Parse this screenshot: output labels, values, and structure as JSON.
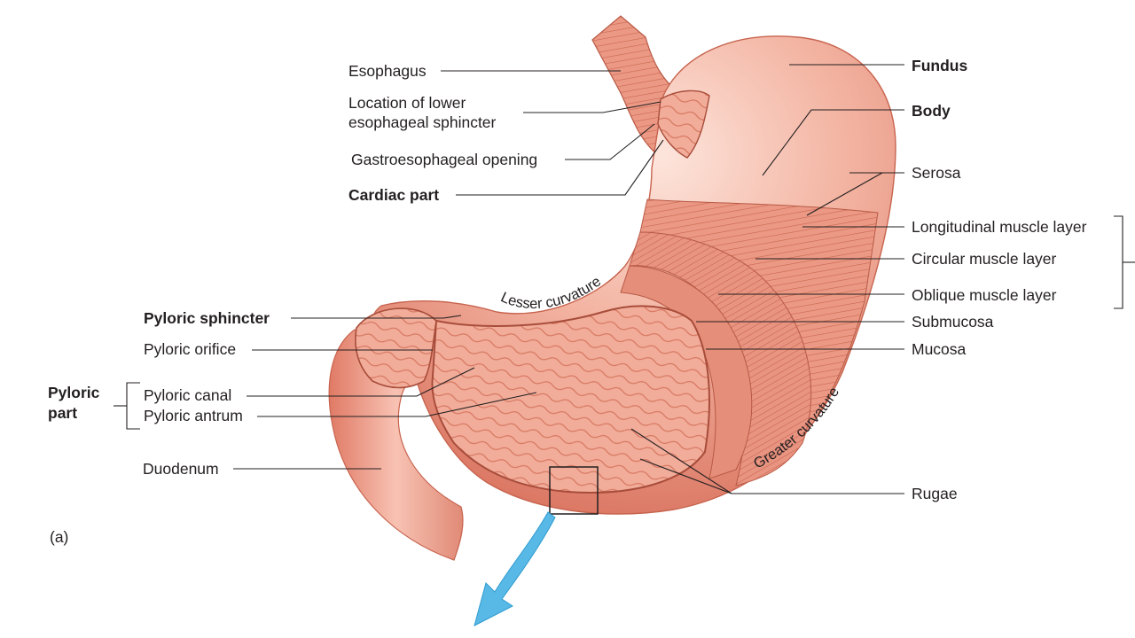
{
  "figure": {
    "panel_label": "(a)",
    "labels_left": {
      "esophagus": "Esophagus",
      "les_line1": "Location of lower",
      "les_line2": "esophageal sphincter",
      "gastroesophageal_opening": "Gastroesophageal opening",
      "cardiac_part": "Cardiac part",
      "pyloric_sphincter": "Pyloric sphincter",
      "pyloric_orifice": "Pyloric orifice",
      "pyloric_part_line1": "Pyloric",
      "pyloric_part_line2": "part",
      "pyloric_canal": "Pyloric canal",
      "pyloric_antrum": "Pyloric antrum",
      "duodenum": "Duodenum"
    },
    "labels_right": {
      "fundus": "Fundus",
      "body": "Body",
      "serosa": "Serosa",
      "longitudinal": "Longitudinal muscle layer",
      "circular": "Circular muscle layer",
      "oblique": "Oblique muscle layer",
      "submucosa": "Submucosa",
      "mucosa": "Mucosa",
      "rugae": "Rugae"
    },
    "curvatures": {
      "lesser": "Lesser curvature",
      "greater": "Greater curvature"
    },
    "colors": {
      "tissue": "#f0a896",
      "tissue_dark": "#d9735f",
      "muscle": "#e8907c",
      "mucosa": "#f2b3a0",
      "leader": "#231f20",
      "arrow": "#59b9e6"
    }
  }
}
